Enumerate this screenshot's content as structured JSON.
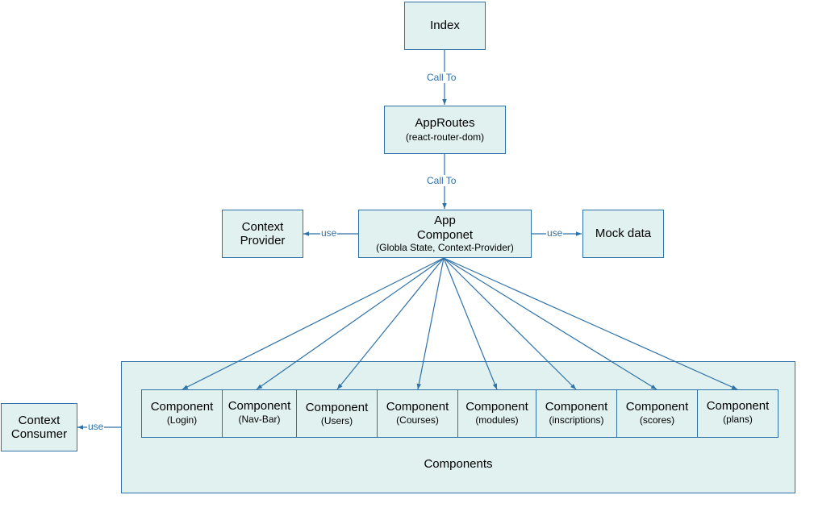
{
  "nodes": {
    "index": {
      "label": "Index"
    },
    "approutes": {
      "label": "AppRoutes",
      "sub": "(react-router-dom)"
    },
    "app": {
      "line1": "App",
      "line2": "Componet",
      "sub": "(Globla State, Context-Provider)"
    },
    "context_provider": {
      "line1": "Context",
      "line2": "Provider"
    },
    "mock_data": {
      "label": "Mock data"
    },
    "context_consumer": {
      "line1": "Context",
      "line2": "Consumer"
    }
  },
  "edge_labels": {
    "index_to_approutes": "Call To",
    "approutes_to_app": "Call To",
    "app_to_context_provider": "use",
    "app_to_mock_data": "use",
    "components_to_context_consumer": "use"
  },
  "components_group": {
    "label": "Components",
    "items": [
      {
        "title": "Component",
        "sub": "(Login)"
      },
      {
        "title": "Component",
        "sub": "(Nav-Bar)"
      },
      {
        "title": "Component",
        "sub": "(Users)"
      },
      {
        "title": "Component",
        "sub": "(Courses)"
      },
      {
        "title": "Component",
        "sub": "(modules)"
      },
      {
        "title": "Component",
        "sub": "(inscriptions)"
      },
      {
        "title": "Component",
        "sub": "(scores)"
      },
      {
        "title": "Component",
        "sub": "(plans)"
      }
    ]
  },
  "colors": {
    "node_fill": "#e1f1ef",
    "stroke": "#2f72a8",
    "label_text": "#2f72a8"
  }
}
